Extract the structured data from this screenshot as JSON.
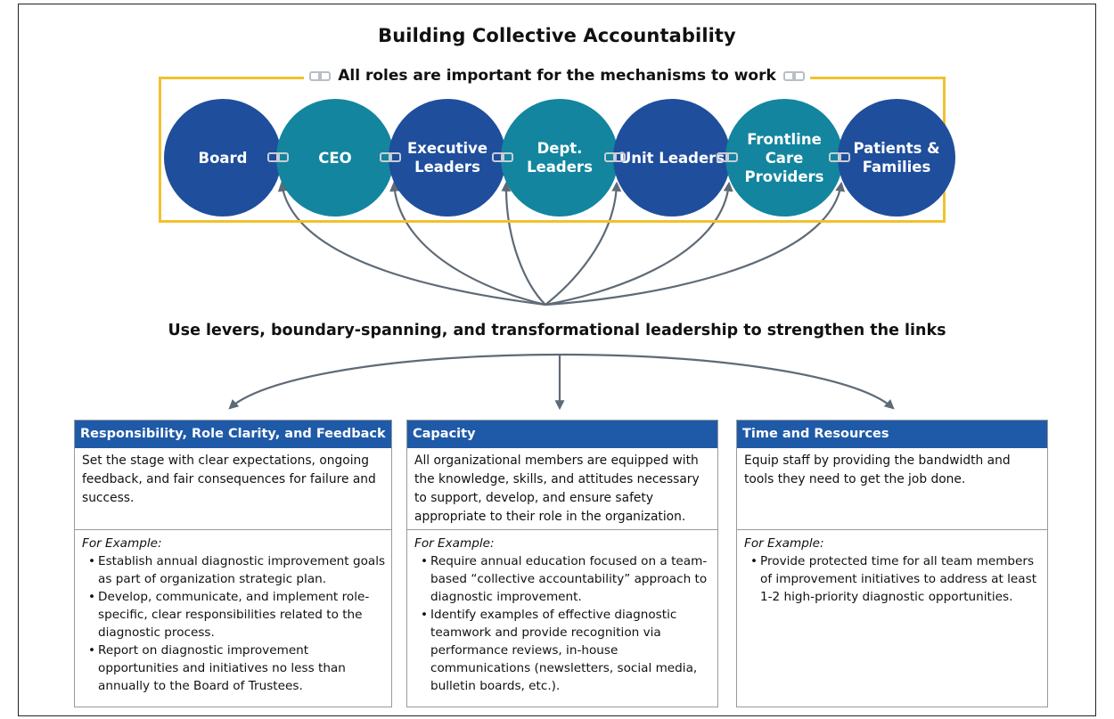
{
  "title": "Building Collective Accountability",
  "subtitle": "All roles are important for the mechanisms to work",
  "roles": [
    {
      "label": "Board",
      "color": "#1f4e9c"
    },
    {
      "label": "CEO",
      "color": "#13859f"
    },
    {
      "label": "Executive Leaders",
      "color": "#1f4e9c"
    },
    {
      "label": "Dept. Leaders",
      "color": "#13859f"
    },
    {
      "label": "Unit Leaders",
      "color": "#1f4e9c"
    },
    {
      "label": "Frontline Care Providers",
      "color": "#13859f"
    },
    {
      "label": "Patients & Families",
      "color": "#1f4e9c"
    }
  ],
  "levers_text": "Use levers, boundary-spanning, and transformational leadership to strengthen the links",
  "example_label": "For Example:",
  "cards": [
    {
      "header": "Responsibility, Role Clarity, and Feedback",
      "description": "Set the stage with clear expectations, ongoing feedback, and fair consequences for failure and success.",
      "examples": [
        "Establish annual diagnostic improvement goals as part of organization strategic plan.",
        "Develop, communicate, and implement role-specific, clear responsibilities related to the diagnostic process.",
        "Report on diagnostic improvement opportunities and initiatives no less than annually to the Board of Trustees."
      ]
    },
    {
      "header": "Capacity",
      "description": "All organizational members are equipped with the knowledge, skills, and attitudes necessary to support, develop, and ensure safety appropriate to their role in the organization.",
      "examples": [
        "Require annual education focused on a team-based “collective accountability” approach to diagnostic improvement.",
        "Identify examples of effective diagnostic teamwork and provide recognition via performance reviews, in-house communications (newsletters, social media, bulletin boards, etc.)."
      ]
    },
    {
      "header": "Time and Resources",
      "description": "Equip staff by providing the bandwidth and tools they need to get the job done.",
      "examples": [
        "Provide protected time for all team members of improvement initiatives to address at least 1-2 high-priority diagnostic opportunities."
      ]
    }
  ],
  "colors": {
    "navy": "#1f4e9c",
    "teal": "#13859f",
    "frame": "#f2c12e",
    "arrow": "#5f6a77",
    "header": "#1f5aa8"
  }
}
